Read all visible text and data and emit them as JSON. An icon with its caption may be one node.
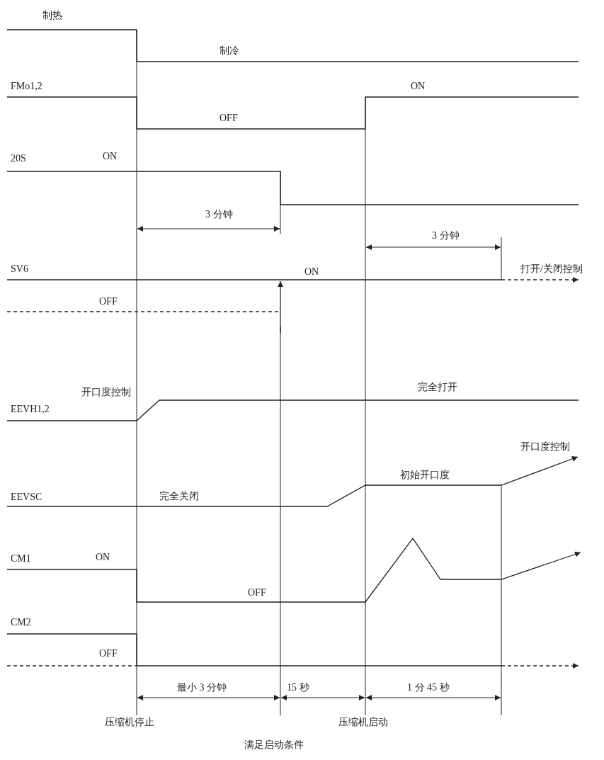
{
  "diagram": {
    "labels": [
      "制热",
      "制冷",
      "FMo1,2",
      "ON",
      "OFF",
      "20S",
      "ON",
      "3 分钟",
      "3 分钟",
      "SV6",
      "ON",
      "打开/关闭控制",
      "OFF",
      "开口度控制",
      "完全打开",
      "EEVH1,2",
      "开口度控制",
      "初始开口度",
      "EEVSC",
      "完全关闭",
      "CM1",
      "ON",
      "OFF",
      "CM2",
      "OFF",
      "最小 3 分钟",
      "15 秒",
      "1 分 45 秒",
      "压缩机停止",
      "压缩机启动",
      "满足启动条件"
    ]
  }
}
